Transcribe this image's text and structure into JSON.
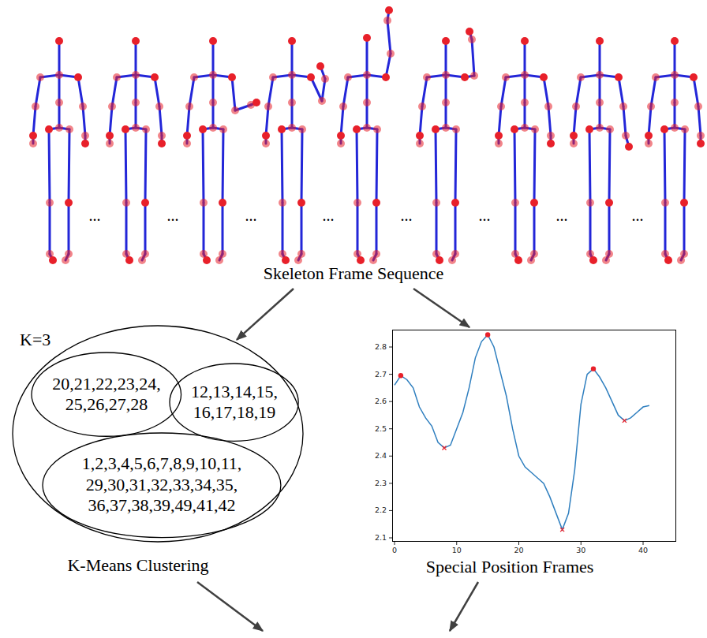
{
  "diagram": {
    "nodes": [
      {
        "text": [
          "Skeleton Frame Sequence"
        ]
      },
      {
        "text": [
          "K=3",
          "K-Means Clustering"
        ]
      },
      {
        "text": [
          "20,21,22,23,24, 25,26,27,28"
        ],
        "in": 1
      },
      {
        "text": [
          "12,13,14,15, 16,17,18,19"
        ],
        "in": 1
      },
      {
        "text": [
          "1,2,3,4,5,6,7,8,9,10,11, 29,30,31,32,33,34,35, 36,37,38,39,49,41,42"
        ],
        "in": 1
      },
      {
        "text": [
          "Special Position Frames"
        ]
      }
    ],
    "edges": [
      {
        "from": 0,
        "to": 1,
        "arrow": "to"
      },
      {
        "from": 0,
        "to": 5,
        "arrow": "to"
      }
    ],
    "labels": [
      "...",
      "...",
      "...",
      "...",
      "...",
      "...",
      "...",
      "...",
      "2.1",
      "2.2",
      "2.3",
      "2.4",
      "2.5",
      "2.6",
      "2.7",
      "2.8",
      "0",
      "10",
      "20",
      "30",
      "40"
    ]
  }
}
